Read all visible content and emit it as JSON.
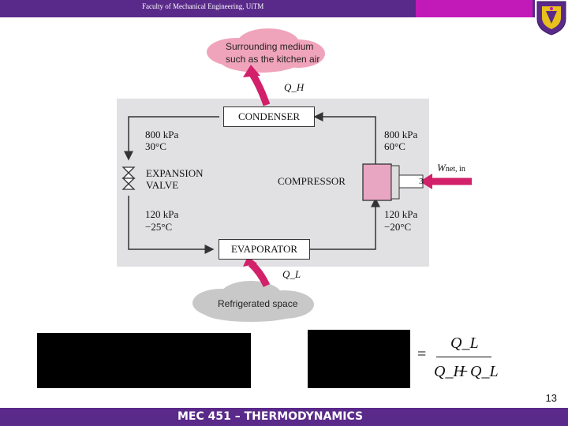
{
  "header": {
    "text": "Faculty of Mechanical Engineering, UiTM"
  },
  "diagram": {
    "top_cloud": {
      "line1": "Surrounding medium",
      "line2": "such as the kitchen air"
    },
    "qh": "Q_H",
    "condenser": "CONDENSER",
    "evaporator": "EVAPORATOR",
    "compressor": "COMPRESSOR",
    "expansion_line1": "EXPANSION",
    "expansion_line2": "VALVE",
    "state_tl_line1": "800 kPa",
    "state_tl_line2": "30°C",
    "state_tr_line1": "800 kPa",
    "state_tr_line2": "60°C",
    "state_bl_line1": "120 kPa",
    "state_bl_line2": "−25°C",
    "state_br_line1": "120 kPa",
    "state_br_line2": "−20°C",
    "ql": "Q_L",
    "wnet_sym": "W",
    "wnet_sub": "net, in",
    "state_num_3": "3",
    "bottom_cloud": "Refrigerated space"
  },
  "equation": {
    "equals": "=",
    "numerator": "Q_L",
    "den_left": "Q_H",
    "minus": "−",
    "den_right": "Q_L"
  },
  "page_number": "13",
  "footer": {
    "text": "MEC 451 – THERMODYNAMICS"
  },
  "colors": {
    "brand_purple": "#5a2a8a",
    "accent_magenta": "#c21ab8",
    "arrow_pink": "#d2206a",
    "cloud_pink": "#f0a4bc",
    "cloud_grey": "#c8c8c8"
  }
}
